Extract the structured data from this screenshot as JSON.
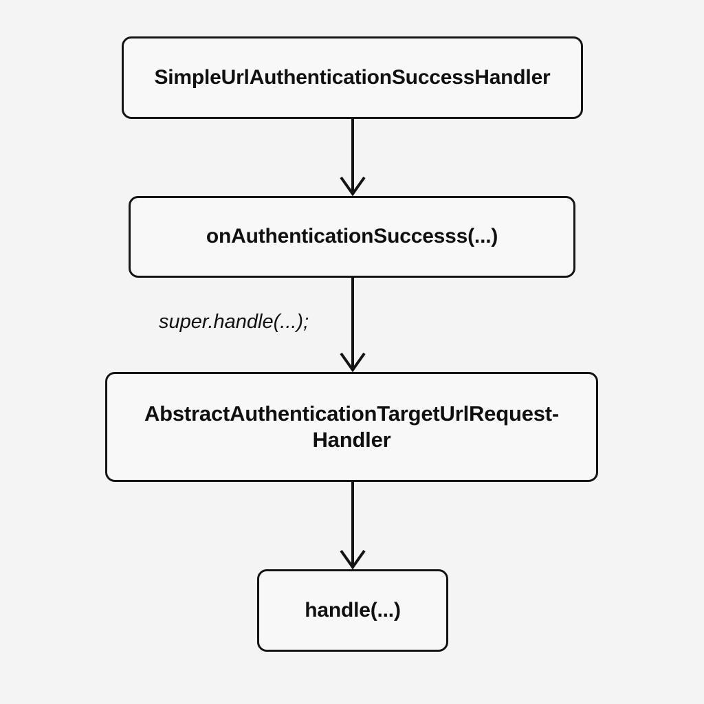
{
  "diagram": {
    "type": "flowchart",
    "orientation": "top-to-bottom",
    "background_color": "#f4f4f4",
    "node_fill_color": "#f8f8f8",
    "node_border_color": "#141414",
    "text_color": "#101010",
    "nodes": [
      {
        "id": "simple-url-handler",
        "label": "SimpleUrlAuthenticationSuccessHandler",
        "shape": "rounded-rectangle"
      },
      {
        "id": "on-authentication-success",
        "label": "onAuthenticationSuccesss(...)",
        "shape": "rounded-rectangle"
      },
      {
        "id": "abstract-target-url-handler",
        "label": "AbstractAuthenticationTargetUrlRequest-\nHandler",
        "shape": "rounded-rectangle"
      },
      {
        "id": "handle",
        "label": "handle(...)",
        "shape": "rounded-rectangle"
      }
    ],
    "edges": [
      {
        "id": "edge-1",
        "from": "simple-url-handler",
        "to": "on-authentication-success",
        "label": "",
        "arrowhead": "open-chevron"
      },
      {
        "id": "edge-2",
        "from": "on-authentication-success",
        "to": "abstract-target-url-handler",
        "label": "super.handle(...);",
        "arrowhead": "open-chevron"
      },
      {
        "id": "edge-3",
        "from": "abstract-target-url-handler",
        "to": "handle",
        "label": "",
        "arrowhead": "open-chevron"
      }
    ]
  }
}
